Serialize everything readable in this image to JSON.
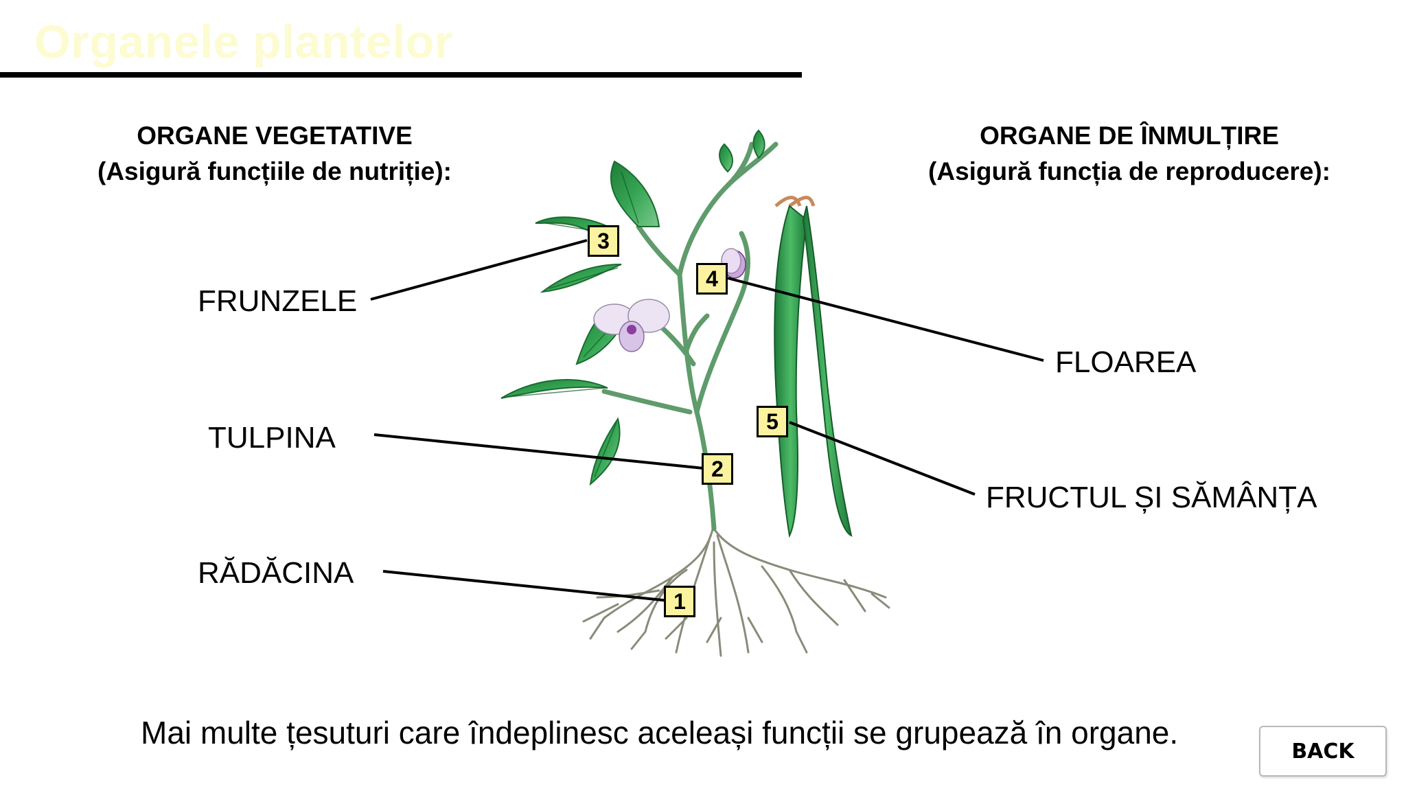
{
  "title": "Organele plantelor",
  "headings": {
    "vegetative_line1": "ORGANE VEGETATIVE",
    "vegetative_line2": "(Asigură funcțiile de nutriție):",
    "reproductive_line1": "ORGANE DE ÎNMULȚIRE",
    "reproductive_line2": "(Asigură funcția de reproducere):"
  },
  "labels": {
    "leaves": "FRUNZELE",
    "stem": "TULPINA",
    "root": "RĂDĂCINA",
    "flower": "FLOAREA",
    "fruit_seed": "FRUCTUL ȘI SĂMÂNȚA"
  },
  "badges": {
    "root": "1",
    "stem": "2",
    "leaves": "3",
    "flower": "4",
    "fruit": "5"
  },
  "footer": "Mai multe țesuturi care îndeplinesc aceleași funcții se grupează în organe.",
  "back_button": "BACK",
  "colors": {
    "title": "#fdfbd0",
    "badge_fill": "#fbf3a0",
    "leaf": "#2e9a4a",
    "pod": "#3aa857",
    "flower": "#d9c6e6"
  }
}
